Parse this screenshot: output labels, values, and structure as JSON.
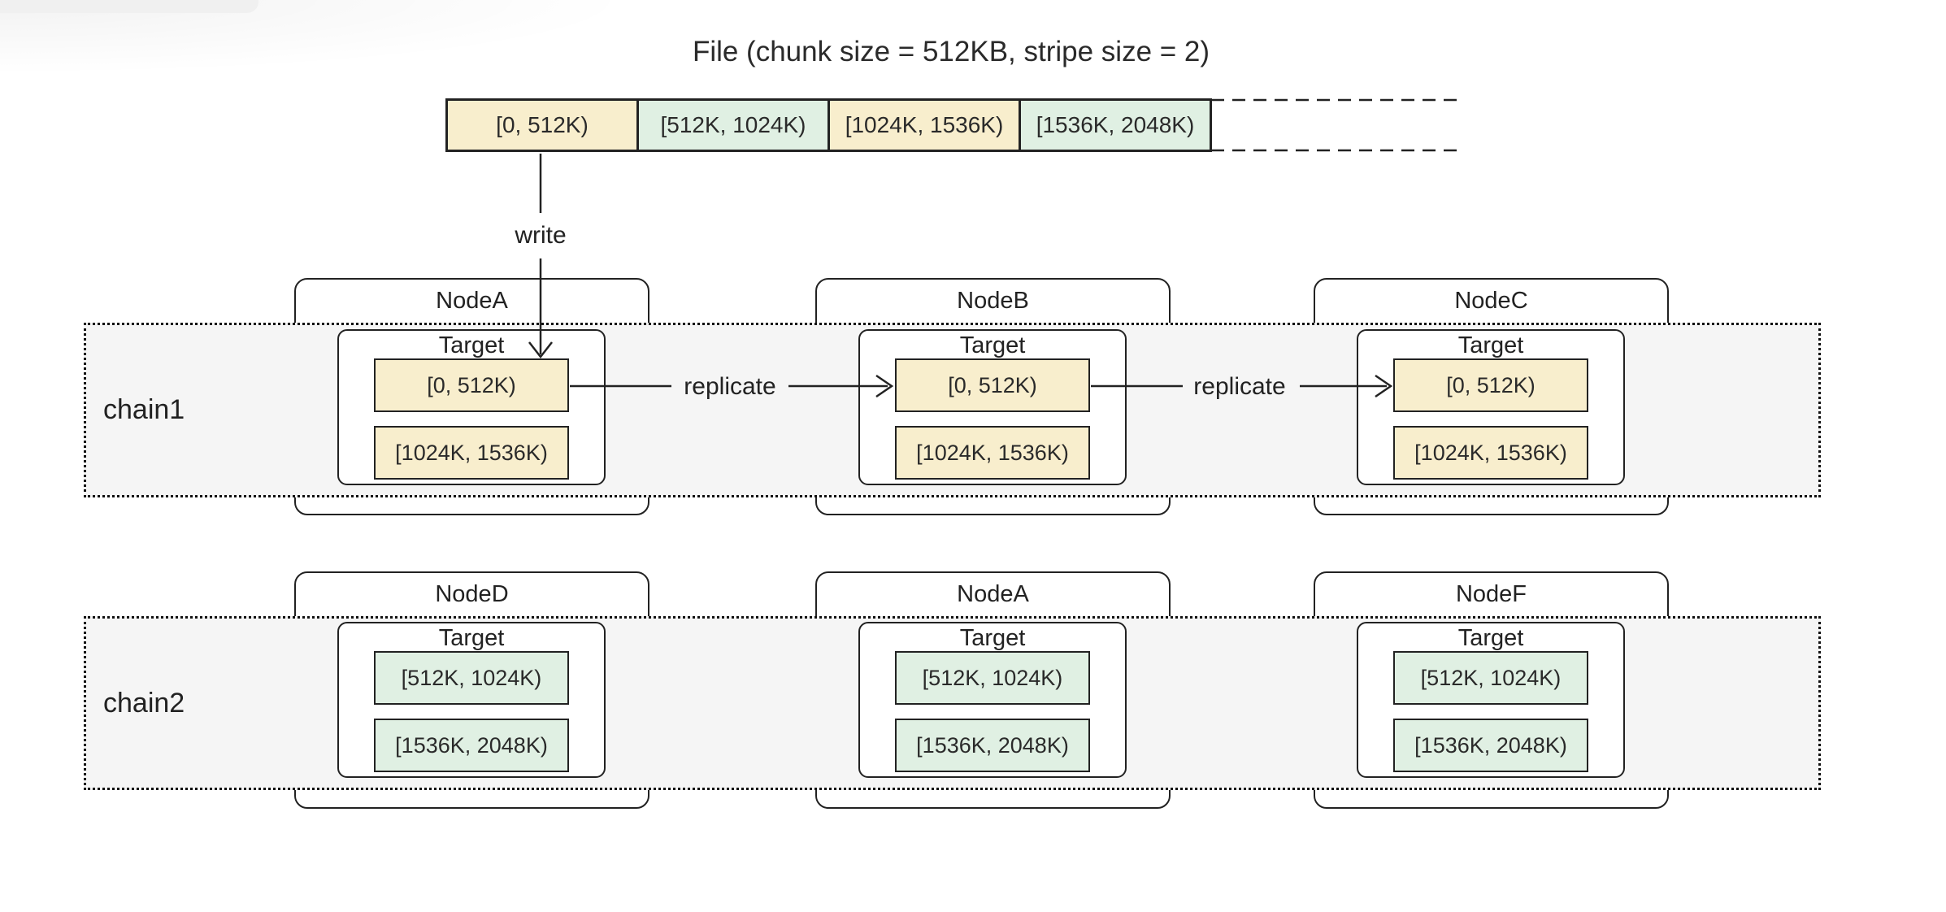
{
  "title": "File (chunk size = 512KB, stripe size = 2)",
  "file": {
    "chunks": [
      {
        "label": "[0, 512K)",
        "color": "yellow"
      },
      {
        "label": "[512K, 1024K)",
        "color": "green"
      },
      {
        "label": "[1024K, 1536K)",
        "color": "yellow"
      },
      {
        "label": "[1536K, 2048K)",
        "color": "green"
      }
    ]
  },
  "labels": {
    "write": "write",
    "replicate": "replicate"
  },
  "colors": {
    "chunk_yellow": "#f8eecd",
    "chunk_green": "#e0f0e3",
    "chain_background": "#f5f5f5",
    "outline": "#222222"
  },
  "chains": [
    {
      "label": "chain1",
      "nodes": [
        {
          "name": "NodeA",
          "target_label": "Target",
          "chunks": [
            "[0, 512K)",
            "[1024K, 1536K)"
          ]
        },
        {
          "name": "NodeB",
          "target_label": "Target",
          "chunks": [
            "[0, 512K)",
            "[1024K, 1536K)"
          ]
        },
        {
          "name": "NodeC",
          "target_label": "Target",
          "chunks": [
            "[0, 512K)",
            "[1024K, 1536K)"
          ]
        }
      ]
    },
    {
      "label": "chain2",
      "nodes": [
        {
          "name": "NodeD",
          "target_label": "Target",
          "chunks": [
            "[512K, 1024K)",
            "[1536K, 2048K)"
          ]
        },
        {
          "name": "NodeA",
          "target_label": "Target",
          "chunks": [
            "[512K, 1024K)",
            "[1536K, 2048K)"
          ]
        },
        {
          "name": "NodeF",
          "target_label": "Target",
          "chunks": [
            "[512K, 1024K)",
            "[1536K, 2048K)"
          ]
        }
      ]
    }
  ]
}
